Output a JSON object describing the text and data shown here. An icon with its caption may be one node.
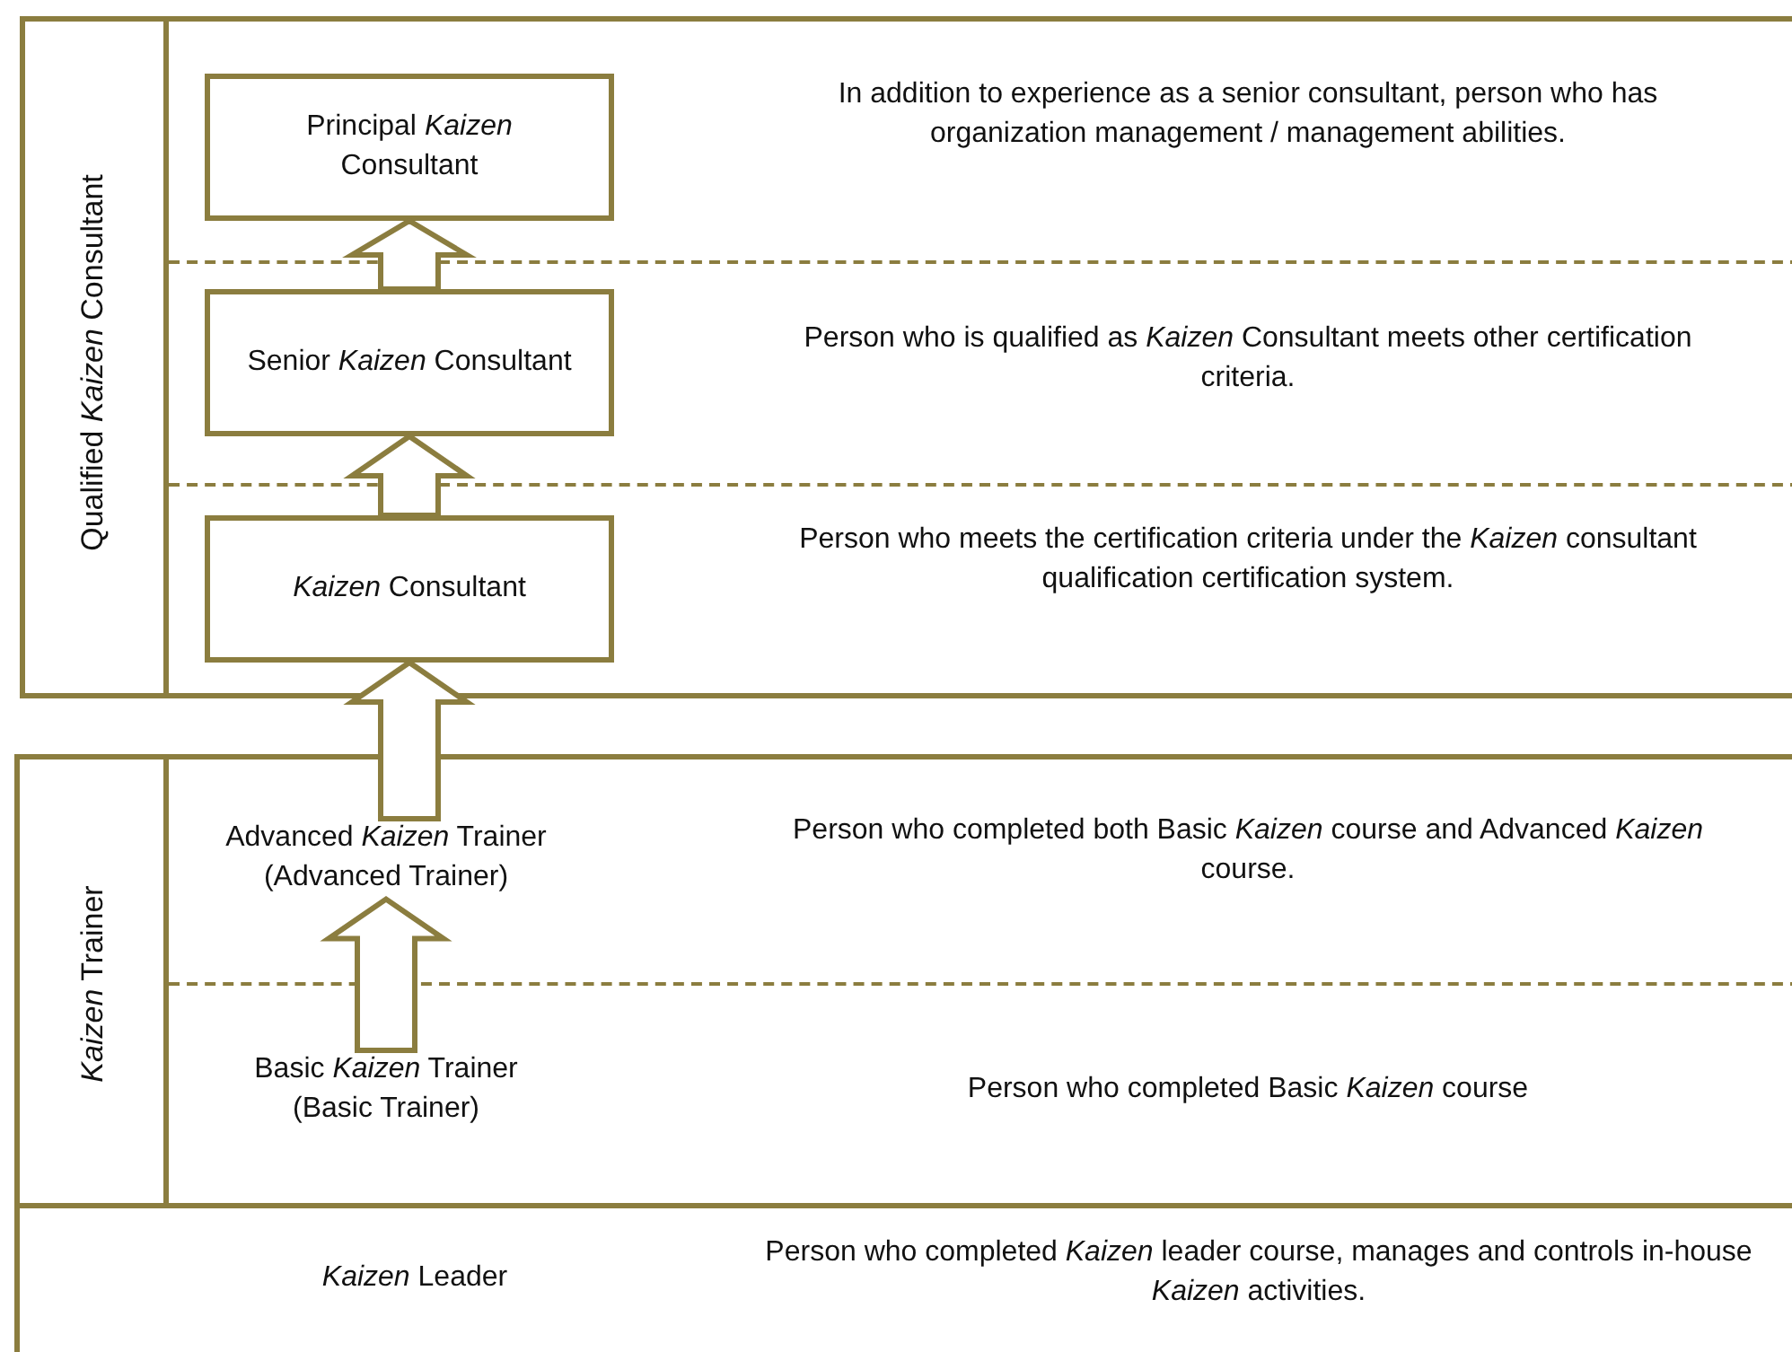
{
  "diagram": {
    "nodes": [
      {
        "text": [
          "Qualified *Kaizen* Consultant"
        ]
      },
      {
        "text": [
          "Principal *Kaizen* Consultant"
        ],
        "in": 0
      },
      {
        "text": [
          "Senior *Kaizen* Consultant"
        ],
        "in": 0
      },
      {
        "text": [
          "*Kaizen* Consultant"
        ],
        "in": 0
      },
      {
        "text": [
          "*Kaizen* Trainer"
        ]
      },
      {
        "text": [
          "Advanced *Kaizen* Trainer (Advanced Trainer)"
        ],
        "in": 4
      },
      {
        "text": [
          "Basic *Kaizen* Trainer (Basic Trainer)"
        ],
        "in": 4
      },
      {
        "text": [
          "*Kaizen* Leader",
          "Person who completed *Kaizen* leader course, manages and controls in-house *Kaizen* activities."
        ]
      }
    ],
    "edges": [
      {
        "from": 2,
        "to": 1,
        "arrow": "to"
      },
      {
        "from": 3,
        "to": 2,
        "arrow": "to"
      },
      {
        "from": 5,
        "to": 3,
        "arrow": "to"
      },
      {
        "from": 6,
        "to": 5,
        "arrow": "to"
      }
    ],
    "labels": [
      "In addition to experience as a senior consultant, person who has organization management / management abilities.",
      "Person who is qualified as *Kaizen* Consultant meets other certification criteria.",
      "Person who meets the certification criteria under the *Kaizen* consultant qualification certification system.",
      "Person who completed both Basic *Kaizen* course and Advanced *Kaizen* course.",
      "Person who completed Basic *Kaizen* course"
    ]
  }
}
